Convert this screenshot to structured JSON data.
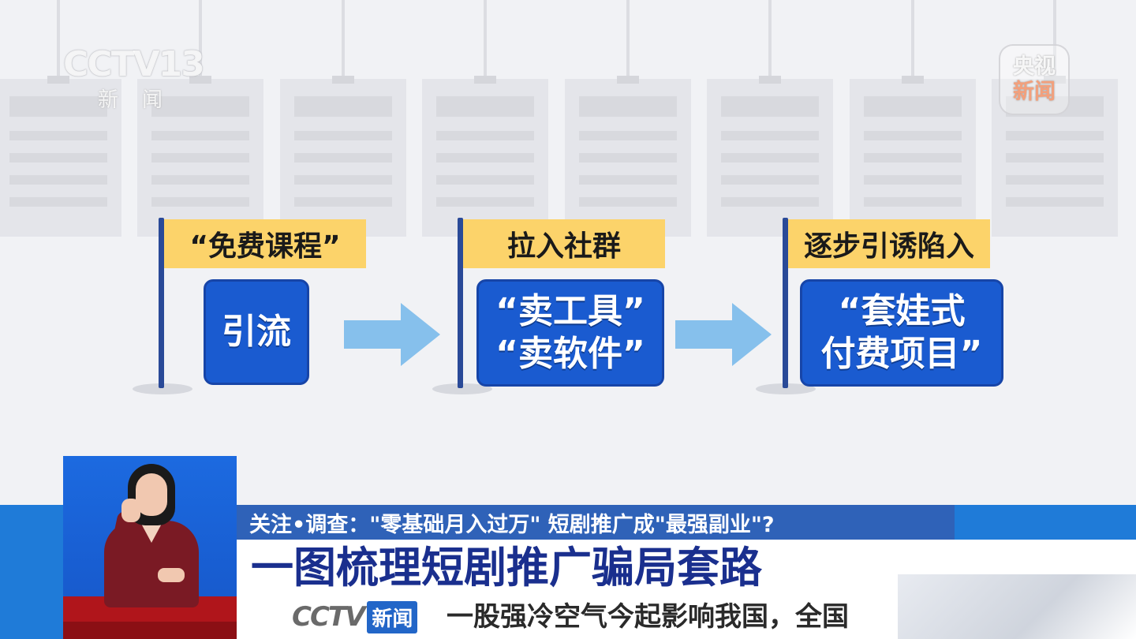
{
  "channel": {
    "cctv_logo": "CCTV13",
    "cctv_sub": "新闻",
    "yangshi_line1": "央视",
    "yangshi_line2": "新闻"
  },
  "flow": {
    "steps": [
      {
        "flag": "“免费课程”",
        "box_line1": "引流",
        "box_line2": ""
      },
      {
        "flag": "拉入社群",
        "box_line1": "“卖工具”",
        "box_line2": "“卖软件”"
      },
      {
        "flag": "逐步引诱陷入",
        "box_line1": "“套娃式",
        "box_line2": "付费项目”"
      }
    ]
  },
  "lower_third": {
    "kicker": "关注•调查：\"零基础月入过万\" 短剧推广成\"最强副业\"?",
    "headline": "一图梳理短剧推广骗局套路",
    "ticker_logo": "CCTV",
    "ticker_logo_badge": "新闻",
    "ticker_text": "一股强冷空气今起影响我国，全国"
  },
  "colors": {
    "flag_yellow": "#fcd36a",
    "box_blue": "#1a5bd0",
    "arrow_blue": "#86c0ec",
    "headline_navy": "#1a2f8e",
    "bar_blue": "#1f7bd8"
  }
}
